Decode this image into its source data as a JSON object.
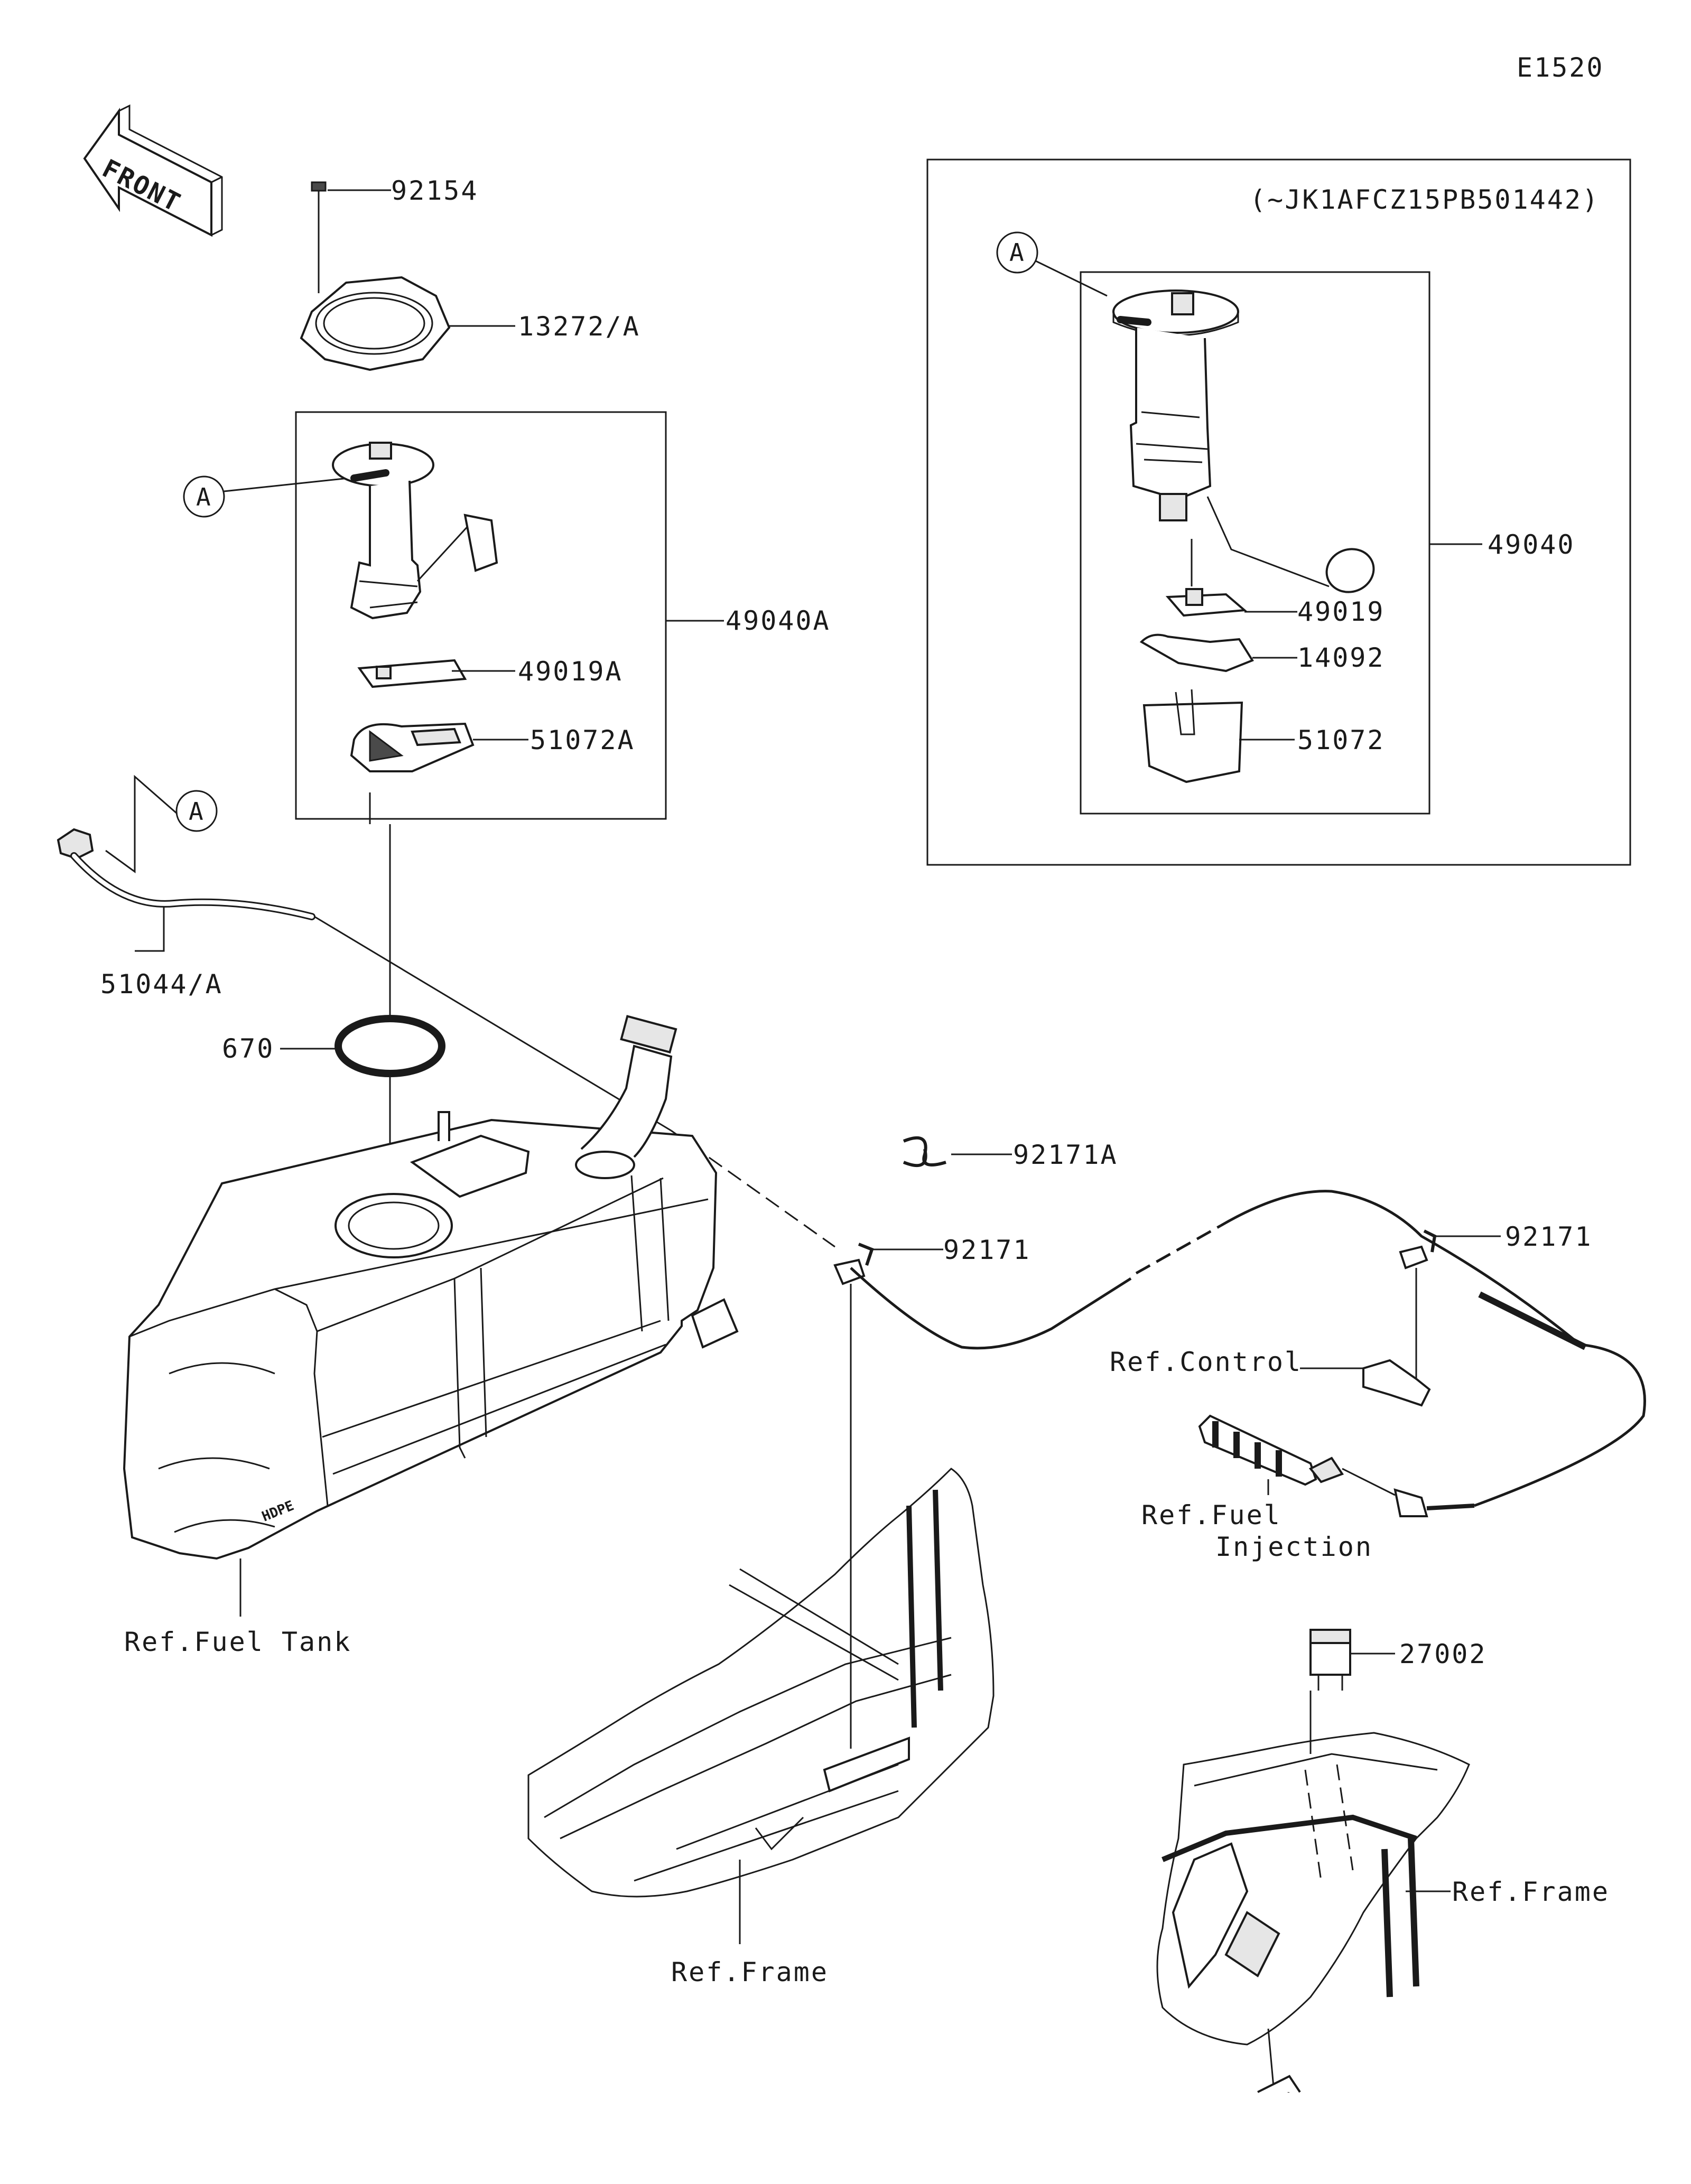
{
  "diagram_code": "E1520",
  "front_marker": "FRONT",
  "inset": {
    "vin_note": "(~JK1AFCZ15PB501442)",
    "callout_letter": "A",
    "labels": {
      "p49040": "49040",
      "p49019": "49019",
      "p14092": "14092",
      "p51072": "51072"
    }
  },
  "main": {
    "callout_letter": "A",
    "labels": {
      "p92154": "92154",
      "p13272A": "13272/A",
      "p49040A": "49040A",
      "p49019A": "49019A",
      "p51072A": "51072A",
      "p51044A": "51044/A",
      "p670": "670",
      "p92171A": "92171A",
      "p92171_1": "92171",
      "p92171_2": "92171",
      "p27002": "27002"
    },
    "refs": {
      "control": "Ref.Control",
      "fuel_injection_1": "Ref.Fuel",
      "fuel_injection_2": "Injection",
      "fuel_tank": "Ref.Fuel Tank",
      "frame_1": "Ref.Frame",
      "frame_2": "Ref.Frame"
    }
  },
  "tank_marking": "HDPE"
}
